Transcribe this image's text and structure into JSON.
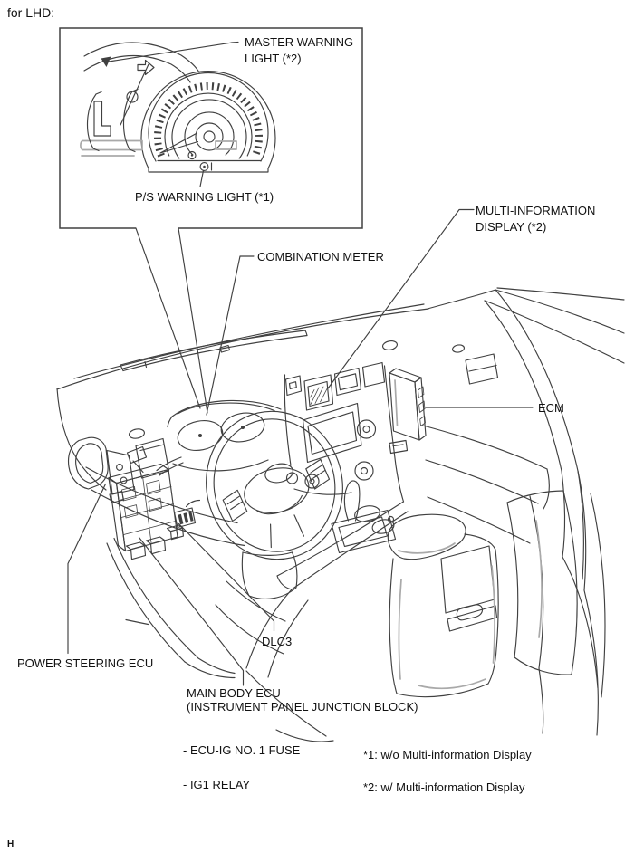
{
  "doc": {
    "variant_label": "for LHD:",
    "page_mark": "H"
  },
  "inset": {
    "labels": {
      "master_warning_light": "MASTER WARNING LIGHT (*2)",
      "ps_warning_light": "P/S WARNING LIGHT (*1)"
    }
  },
  "diagram": {
    "labels": {
      "combination_meter": "COMBINATION METER",
      "multi_information_display": "MULTI-INFORMATION DISPLAY (*2)",
      "ecm": "ECM",
      "power_steering_ecu": "POWER STEERING ECU",
      "dlc3": "DLC3",
      "main_body_ecu": "MAIN BODY ECU",
      "main_body_ecu_sub": "(INSTRUMENT PANEL JUNCTION BLOCK)"
    }
  },
  "notes": {
    "items": [
      "- ECU-IG NO. 1 FUSE",
      "- IG1 RELAY"
    ]
  },
  "footnotes": {
    "items": [
      "*1: w/o Multi-information Display",
      "*2: w/ Multi-information Display"
    ]
  },
  "colors": {
    "line": "#404040",
    "light_line": "#a9a9a9",
    "text": "#111111",
    "background": "#ffffff"
  }
}
